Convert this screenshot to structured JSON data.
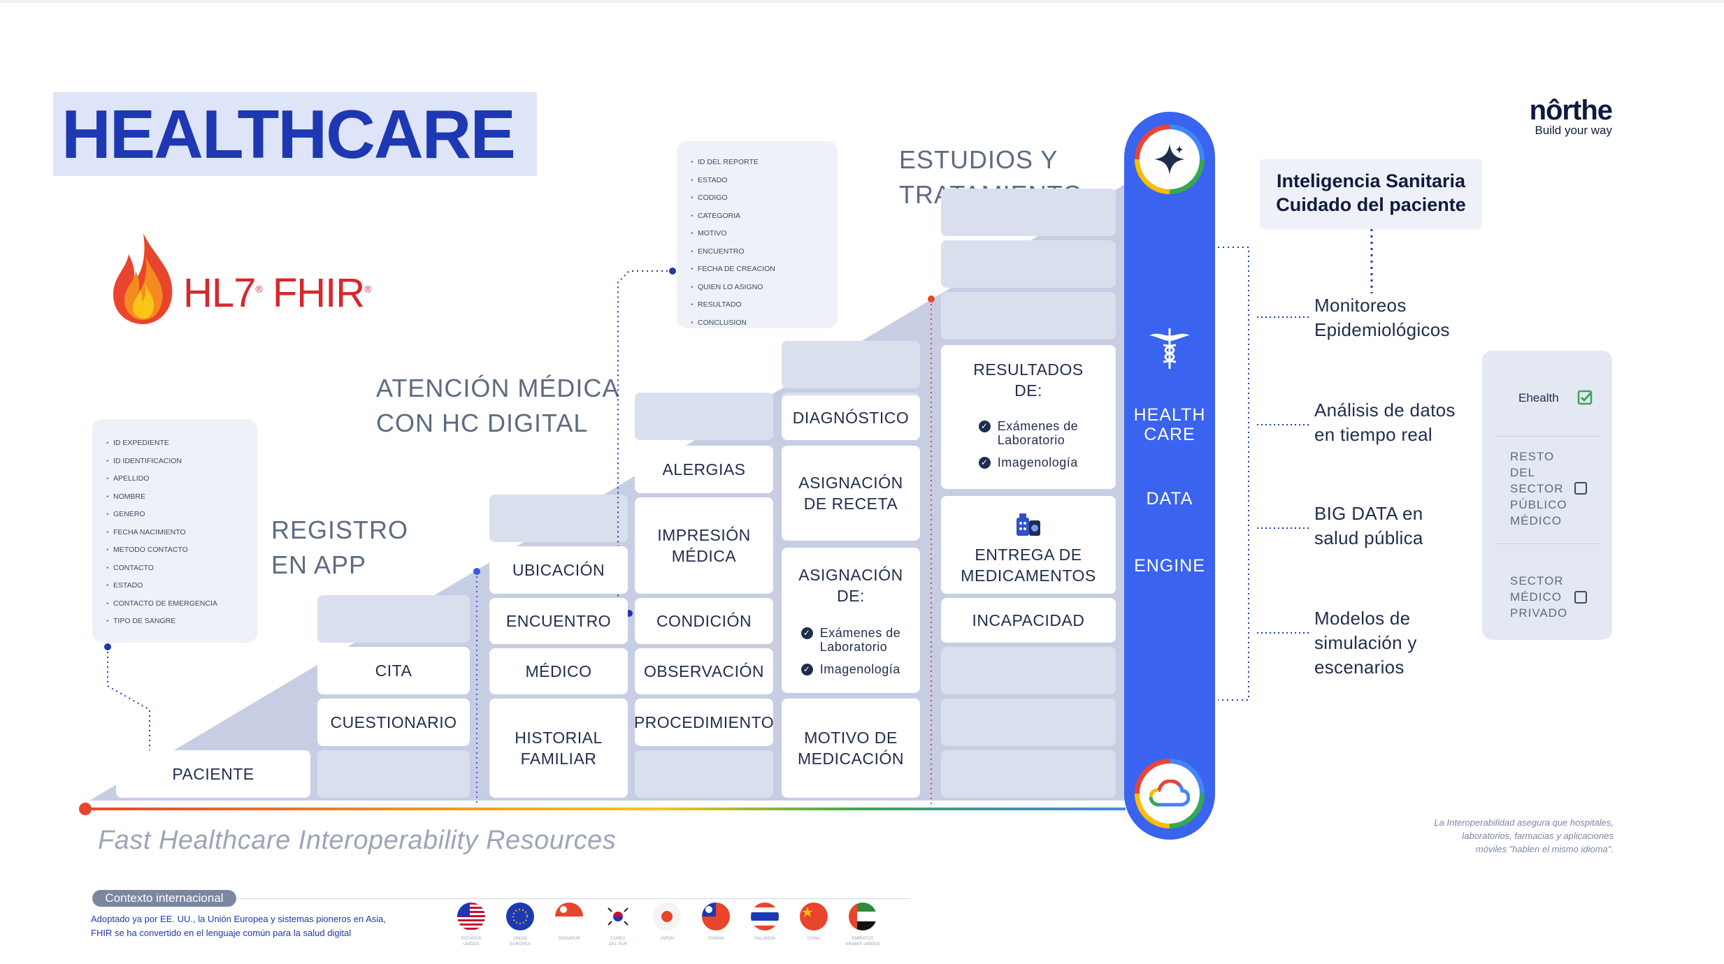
{
  "header": {
    "title": "HEALTHCARE"
  },
  "brand": {
    "name": "nôrthe",
    "tagline": "Build your way"
  },
  "hl7": {
    "text": "HL7",
    "reg": "®",
    "fhir": "FHIR",
    "reg2": "®"
  },
  "stages": {
    "registro": [
      "REGISTRO",
      "EN APP"
    ],
    "atencion": [
      "ATENCIÓN MÉDICA",
      "CON HC DIGITAL"
    ],
    "estudios": [
      "ESTUDIOS Y",
      "TRATAMIENTO"
    ]
  },
  "patient_fields": [
    "ID EXPEDIENTE",
    "ID IDENTIFICACION",
    "APELLIDO",
    "NOMBRE",
    "GENERO",
    "FECHA NACIMIENTO",
    "METODO CONTACTO",
    "CONTACTO",
    "ESTADO",
    "CONTACTO DE EMERGENCIA",
    "TIPO DE SANGRE"
  ],
  "report_fields": [
    "ID DEL REPORTE",
    "ESTADO",
    "CODIGO",
    "CATEGORIA",
    "MOTIVO",
    "ENCUENTRO",
    "FECHA DE CREACION",
    "QUIEN LO ASIGNO",
    "RESULTADO",
    "CONCLUSION"
  ],
  "cells": {
    "paciente": "PACIENTE",
    "cita": "CITA",
    "cuestionario": "CUESTIONARIO",
    "ubicacion": "UBICACIÓN",
    "encuentro": "ENCUENTRO",
    "medico": "MÉDICO",
    "historial": [
      "HISTORIAL",
      "FAMILIAR"
    ],
    "alergias": "ALERGIAS",
    "impresion": [
      "IMPRESIÓN",
      "MÉDICA"
    ],
    "condicion": "CONDICIÓN",
    "observacion": "OBSERVACIÓN",
    "procedimiento": "PROCEDIMIENTO",
    "diagnostico": "DIAGNÓSTICO",
    "receta": [
      "ASIGNACIÓN",
      "DE RECETA"
    ],
    "asignacion": [
      "ASIGNACIÓN",
      "DE:"
    ],
    "asignacion_items": [
      [
        "Exámenes de",
        "Laboratorio"
      ],
      [
        "Imagenología"
      ]
    ],
    "motivo": [
      "MOTIVO DE",
      "MEDICACIÓN"
    ],
    "resultados": [
      "RESULTADOS",
      "DE:"
    ],
    "resultados_items": [
      [
        "Exámenes de",
        "Laboratorio"
      ],
      [
        "Imagenología"
      ]
    ],
    "entrega": [
      "ENTREGA DE",
      "MEDICAMENTOS"
    ],
    "incapacidad": "INCAPACIDAD"
  },
  "engine": {
    "line1": "HEALTH",
    "line2": "CARE",
    "data": "DATA",
    "engine": "ENGINE"
  },
  "intel": {
    "title": "Inteligencia Sanitaria",
    "subtitle": "Cuidado del paciente"
  },
  "insights": [
    [
      "Monitoreos",
      "Epidemiológicos"
    ],
    [
      "Análisis de datos",
      "en tiempo real"
    ],
    [
      "BIG DATA en",
      "salud pública"
    ],
    [
      "Modelos de",
      "simulación y",
      "escenarios"
    ]
  ],
  "sectors": [
    {
      "label": "Ehealth",
      "checked": true
    },
    {
      "label": "RESTO DEL SECTOR PÚBLICO MÉDICO",
      "lines": [
        "RESTO",
        "DEL",
        "SECTOR",
        "PÚBLICO",
        "MÉDICO"
      ],
      "checked": false
    },
    {
      "label": "SECTOR MÉDICO PRIVADO",
      "lines": [
        "SECTOR",
        "MÉDICO",
        "PRIVADO"
      ],
      "checked": false
    }
  ],
  "fhir_subtitle": "Fast Healthcare Interoperability Resources",
  "note": [
    "La Interoperabilidad asegura que hospitales,",
    "laboratorios, farmacias y aplicaciones",
    "móviles \"hablen el mismo idioma\"."
  ],
  "context": {
    "pill": "Contexto internacional",
    "desc": [
      "Adoptado ya por EE. UU., la Unión Europea y sistemas pioneros en Asia,",
      "FHIR se ha convertido en el lenguaje común para la salud digital"
    ],
    "flags": [
      {
        "icon": "usa-flag-icon",
        "label": [
          "ESTADOS",
          "UNIDOS"
        ]
      },
      {
        "icon": "eu-flag-icon",
        "label": [
          "UNION",
          "EUROPEA"
        ]
      },
      {
        "icon": "singapore-flag-icon",
        "label": [
          "SINGAPUR"
        ]
      },
      {
        "icon": "korea-flag-icon",
        "label": [
          "COREA",
          "DEL SUR"
        ]
      },
      {
        "icon": "japan-flag-icon",
        "label": [
          "JAPON"
        ]
      },
      {
        "icon": "taiwan-flag-icon",
        "label": [
          "TAIWAN"
        ]
      },
      {
        "icon": "thailand-flag-icon",
        "label": [
          "TAILANDIA"
        ]
      },
      {
        "icon": "china-flag-icon",
        "label": [
          "CHINA"
        ]
      },
      {
        "icon": "uae-flag-icon",
        "label": [
          "EMIRATOS",
          "ARABES UNIDOS"
        ]
      }
    ]
  },
  "colors": {
    "accent": "#1d38b2",
    "engine": "#3a63ef",
    "triangle": "#c7cee3",
    "cell": "#ffffff",
    "fhir_red": "#d6282e"
  }
}
